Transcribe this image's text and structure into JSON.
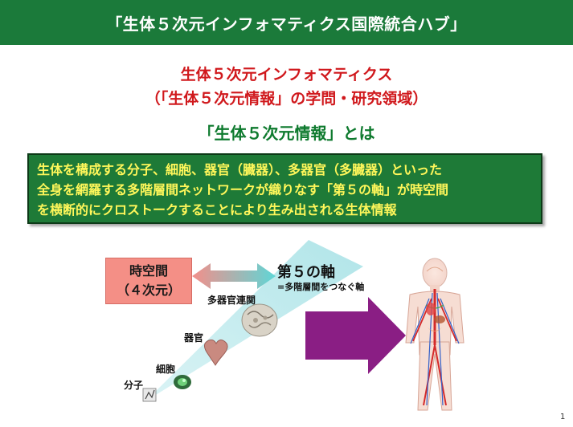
{
  "banner": {
    "title": "「生体５次元インフォマティクス国際統合ハブ」"
  },
  "heading": {
    "line1": "生体５次元インフォマティクス",
    "line2": "（「生体５次元情報」の学問・研究領域）",
    "definition_title": "「生体５次元情報」とは"
  },
  "definition": {
    "lines": [
      "生体を構成する分子、細胞、器官（臓器）、多器官（多臓器）といった",
      "全身を網羅する多階層間ネットワークが織りなす「第５の軸」が時空間",
      "を横断的にクロストークすることにより生み出される生体情報"
    ]
  },
  "diagram": {
    "spacetime_label": "時空間",
    "spacetime_sub": "（４次元）",
    "fifth_axis_title": "第５の軸",
    "fifth_axis_sub": "=多階層間をつなぐ軸",
    "level_multi_organ": "多器官連関",
    "level_organ": "器官",
    "level_cell": "細胞",
    "level_molecule": "分子"
  },
  "page_number": "1",
  "colors": {
    "banner_bg": "#1b7a3a",
    "title_red": "#d0181c",
    "heading_green": "#0e7a2e",
    "box_bg": "#1e7a37",
    "box_text": "#fff75a",
    "spacetime_bg": "#f48f86",
    "arrow_purple": "#8a1e84",
    "beam_cyan": "#bfe9ec"
  }
}
